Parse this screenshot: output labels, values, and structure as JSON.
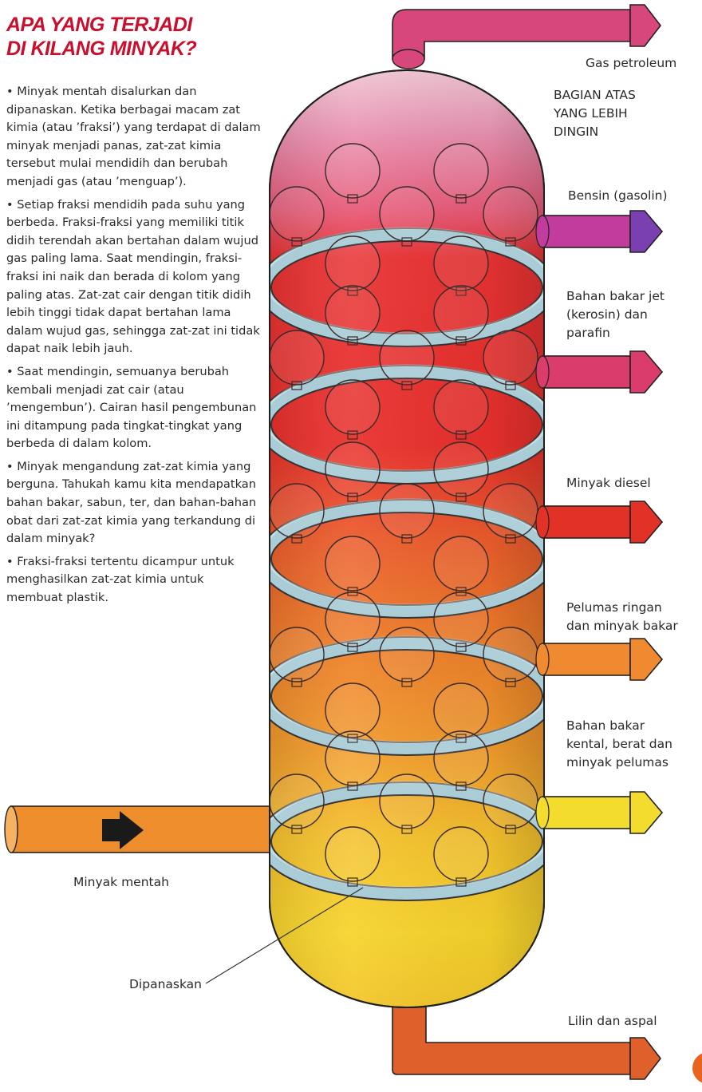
{
  "title": {
    "line1": "APA YANG TERJADI",
    "line2": "DI KILANG MINYAK?"
  },
  "bullets": [
    "Minyak mentah disalurkan dan dipanaskan. Ketika berbagai macam zat kimia (atau ’fraksi’) yang terdapat di dalam minyak menjadi panas, zat-zat kimia tersebut mulai mendidih dan berubah menjadi gas (atau ’menguap’).",
    "Setiap fraksi mendidih pada suhu yang berbeda. Fraksi-fraksi yang memiliki titik didih terendah akan bertahan dalam wujud gas paling lama. Saat mendingin, fraksi-fraksi ini naik dan berada di kolom yang paling atas. Zat-zat cair dengan titik didih lebih tinggi tidak dapat bertahan lama dalam wujud gas, sehingga zat-zat ini tidak dapat naik lebih jauh.",
    "Saat mendingin, semuanya berubah kembali menjadi zat cair (atau ’mengembun’). Cairan hasil pengembunan ini ditampung pada tingkat-tingkat yang berbeda di dalam kolom.",
    "Minyak mengandung zat-zat kimia yang berguna. Tahukah kamu kita mendapatkan bahan bakar, sabun, ter, dan bahan-bahan obat dari zat-zat kimia yang terkandung di dalam minyak?",
    "Fraksi-fraksi tertentu dicampur untuk menghasilkan zat-zat kimia untuk membuat plastik."
  ],
  "labels": {
    "gas": "Gas petroleum",
    "top": "BAGIAN ATAS\nYANG LEBIH\nDINGIN",
    "bensin": "Bensin (gasolin)",
    "jet": "Bahan bakar jet\n(kerosin) dan\nparafin",
    "diesel": "Minyak diesel",
    "pelumas": "Pelumas ringan\ndan minyak bakar",
    "berat": "Bahan bakar\nkental, berat dan\nminyak pelumas",
    "lilin": "Lilin dan aspal",
    "mentah": "Minyak mentah",
    "dipanaskan": "Dipanaskan"
  },
  "colors": {
    "title": "#c8102e",
    "top_dome": "#e47aa0",
    "red": "#e8322c",
    "orange": "#ee7a28",
    "yellow": "#f6dc2a",
    "tray": "#a9ccd6",
    "pipe_gas": "#d7477b",
    "pipe_bensin": "#c23c9d",
    "pipe_bensin_arrow": "#7a3fb1",
    "pipe_jet": "#da3d6c",
    "pipe_diesel": "#e23228",
    "pipe_pelumas": "#ef8a31",
    "pipe_berat": "#f4dc2e",
    "pipe_lilin": "#e0602c",
    "pipe_mentah": "#ee8d2b",
    "arrow_dark": "#1a1a1a"
  }
}
